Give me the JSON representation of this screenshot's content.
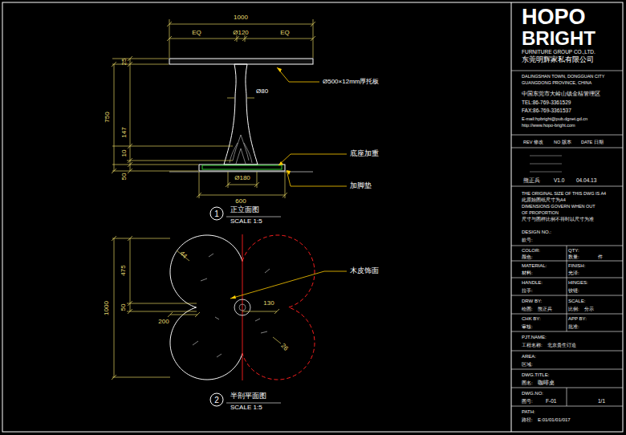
{
  "diagram": {
    "nodes": [
      {
        "text": [
          "1"
        ]
      },
      {
        "text": [
          "2"
        ]
      }
    ],
    "labels": [
      "1000",
      "EQ",
      "Ø120",
      "EQ",
      "25",
      "750",
      "147",
      "10",
      "50",
      "Ø500×12mm厚托板",
      "Ø80",
      "底座加重",
      "加脚垫",
      "Ø180",
      "600",
      "正立面图",
      "SCALE 1:5",
      "44",
      "475",
      "50",
      "1000",
      "200",
      "木皮饰面",
      "130",
      "26",
      "半剖平面图",
      "SCALE 1:5",
      "HOPO",
      "BRIGHT",
      "FURNITURE GROUP CO.,LTD.",
      "东莞明辉家私有限公司",
      "DALINGSHAN TOWN, DONGGUAN CITY",
      "GUANGDONG PROVINCE, CHINA",
      "中国东莞市大岭山镇金桔管理区",
      "TEL:86-769-3361529",
      "FAX:86-769-3361537",
      "E-mail:hpbright@pub.dgnet.gd.cn",
      "http://www.hopo-bright.com",
      "REV 修改",
      "NO 版本",
      "DATE 日期",
      "熊正兵",
      "V1.0",
      "04.04.13",
      "THE ORIGINAL SIZE OF THIS DWG IS A4",
      "此原始图纸尺寸为A4",
      "DIMENSIONS GOVERN WHEN OUT",
      "OF PROPORTION",
      "尺寸与图样比例不符时以尺寸为准",
      "DESIGN NO.:",
      "款号:",
      "COLOR:",
      "QTY:",
      "颜色:",
      "数量:",
      "件",
      "MATERIAL:",
      "FINISH:",
      "材料:",
      "光泽:",
      "HANDLE:",
      "HINGES:",
      "拉手:",
      "铰链:",
      "DRW BY:",
      "SCALE:",
      "绘图:",
      "熊正兵",
      "比例:",
      "分示",
      "CHK BY:",
      "APP BY:",
      "审核:",
      "批准:",
      "PJT.NAME:",
      "工程名称:",
      "北京贵生订造",
      "AREA:",
      "区域:",
      "DWG.TITLE:",
      "图名:",
      "咖啡桌",
      "DWG.NO:",
      "图号:",
      "F-01",
      "1/1",
      "PATH:",
      "路径:",
      "E:01/01/01/017"
    ]
  }
}
